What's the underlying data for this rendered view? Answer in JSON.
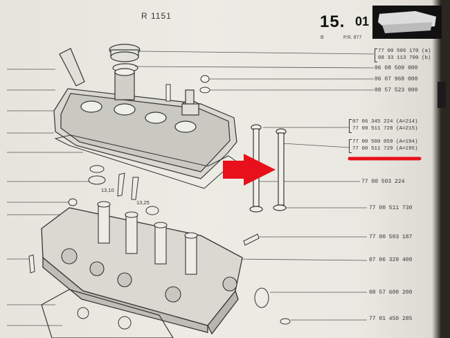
{
  "header": {
    "code": "R 1151",
    "section": "15.",
    "section_sub": "01",
    "ref_b": "B",
    "ref_pr": "P.R. 877"
  },
  "parts": {
    "p1a": "77 00 506 170",
    "p1a_tag": "(a)",
    "p1b": "08 33 113 700",
    "p1b_tag": "(b)",
    "p2": "06 08 509 900",
    "p3": "06 07 968 000",
    "p4": "08 57 523 900",
    "p5a": "07 06 345 224",
    "p5a_tag": "(A=214)",
    "p5b": "77 00 511 728",
    "p5b_tag": "(A=215)",
    "p6a": "77 00 500 059",
    "p6a_tag": "(A=194)",
    "p6b": "77 00 511 729",
    "p6b_tag": "(A=195)",
    "p7": "77 00 503 224",
    "p8": "77 00 511 730",
    "p9": "77 00 503 187",
    "p10": "07 06 329 400",
    "p11": "08 57 600 200",
    "p12": "77 01 450 285"
  },
  "dimensions": {
    "d1": "13,10",
    "d2": "13,25"
  },
  "colors": {
    "highlight": "#e8101a",
    "arrow": "#e8101a"
  }
}
